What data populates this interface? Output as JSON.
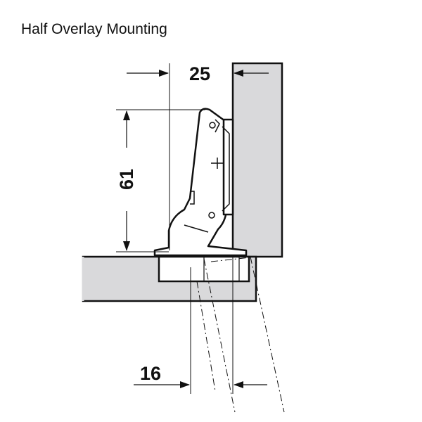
{
  "title": "Half Overlay Mounting",
  "dimensions": {
    "top": "25",
    "height": "61",
    "bottom": "16"
  },
  "colors": {
    "panel": "#d9d9db",
    "line": "#111111"
  }
}
